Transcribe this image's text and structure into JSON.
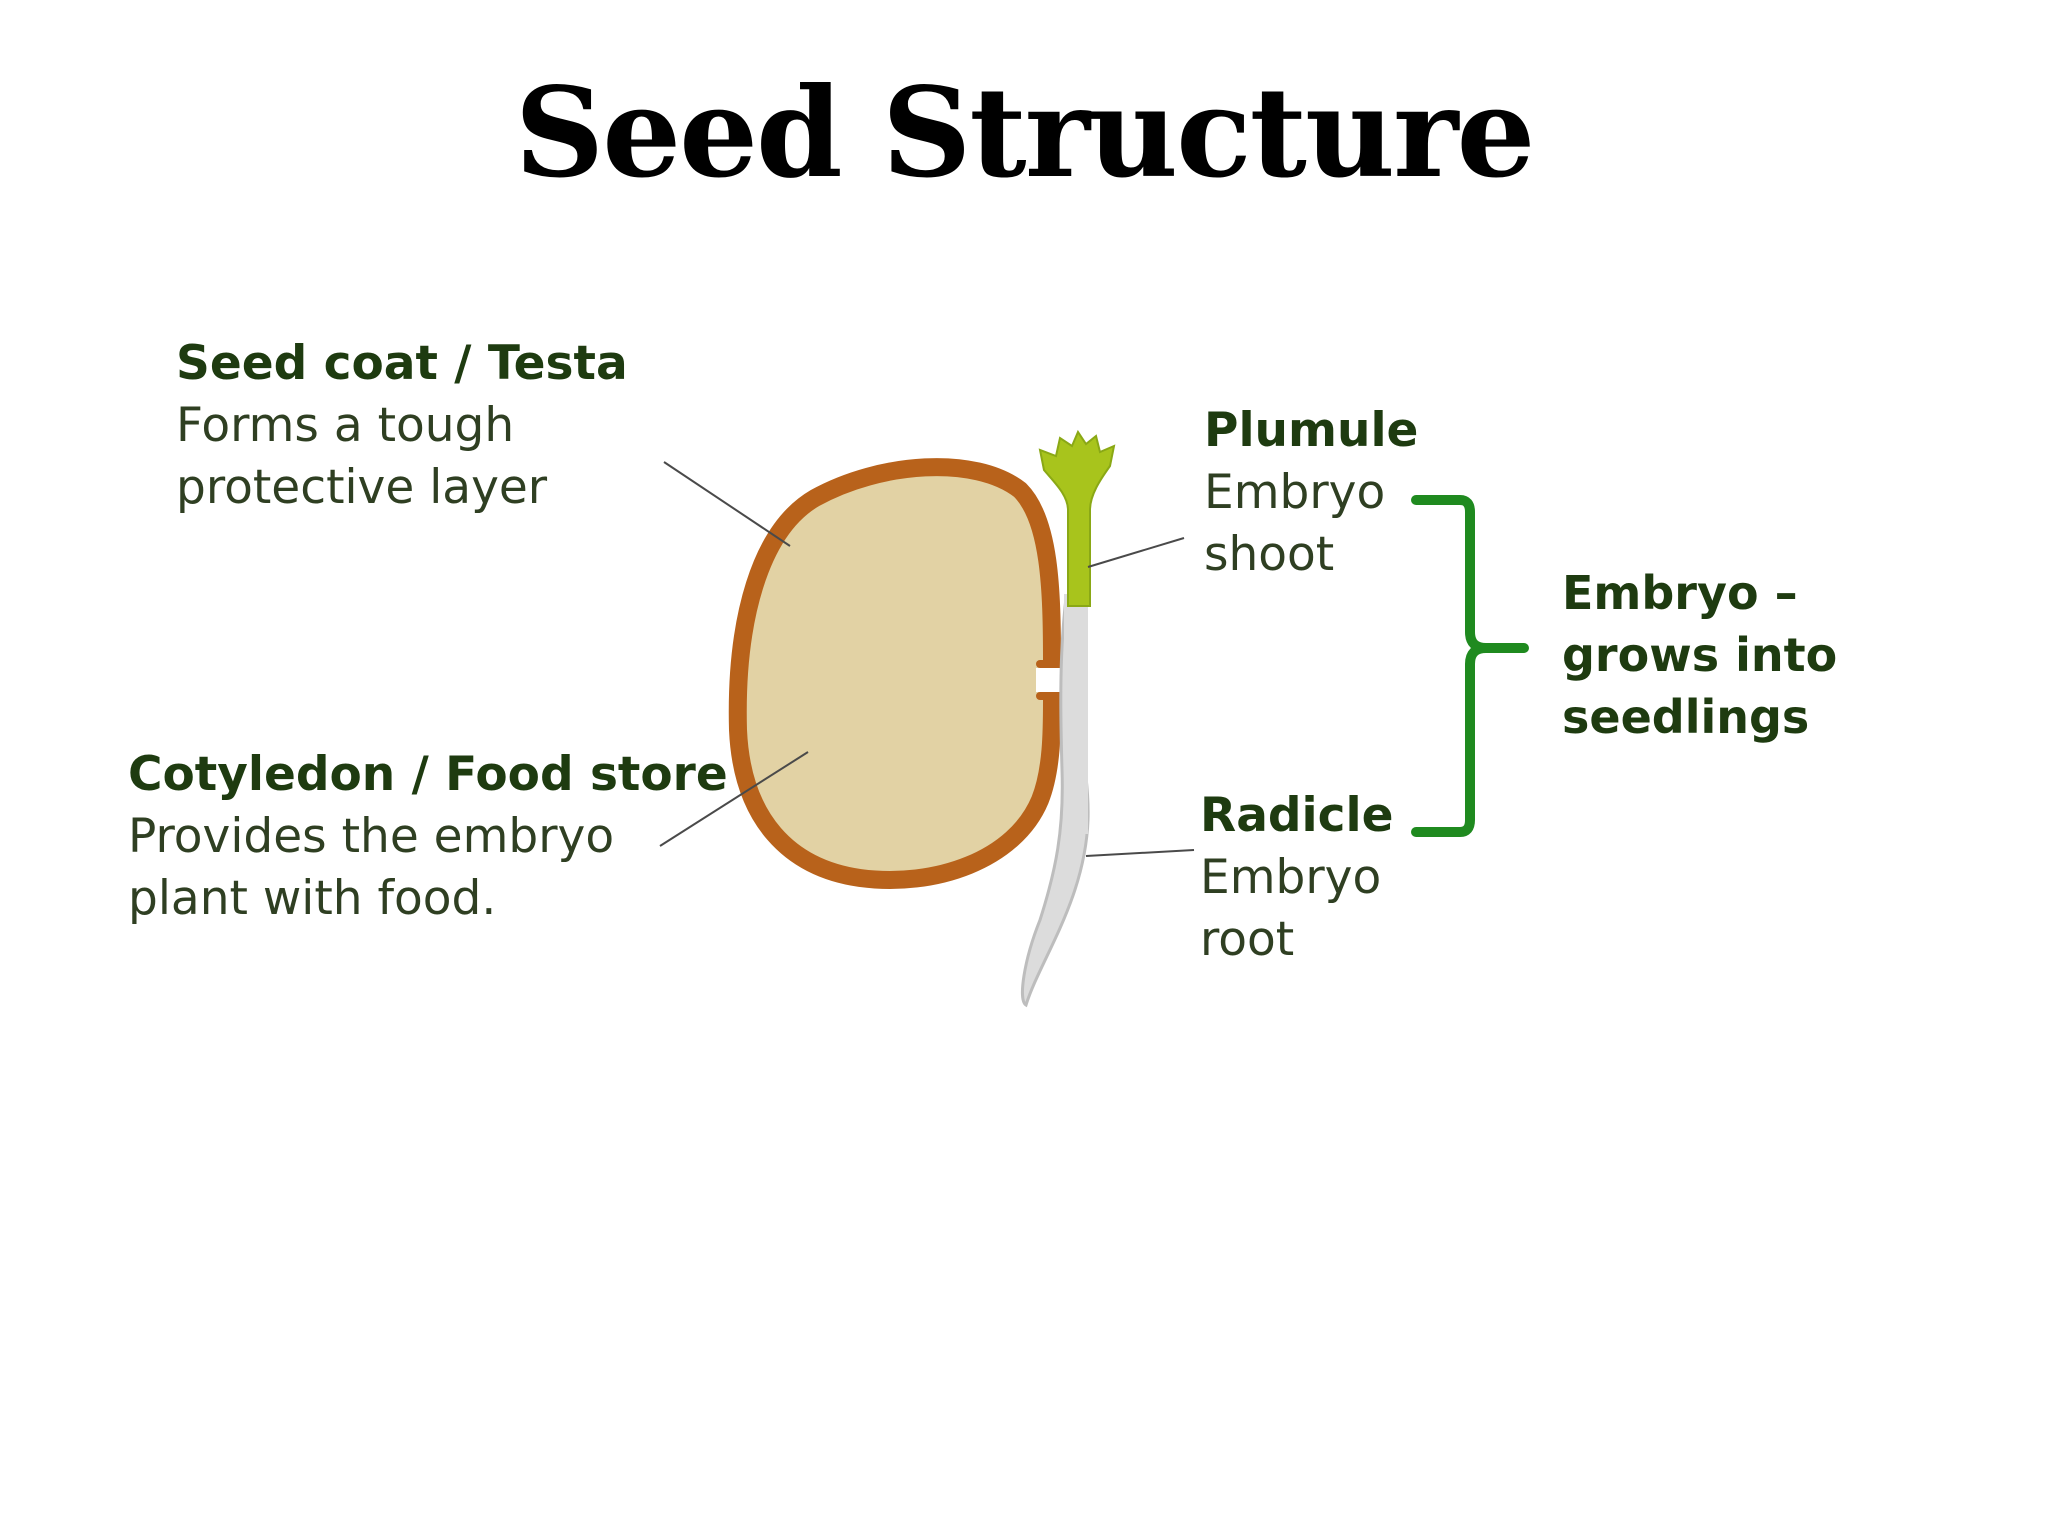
{
  "title": "Seed Structure",
  "labels": {
    "seed_coat": {
      "heading": "Seed coat / Testa",
      "description": [
        "Forms a tough",
        "protective layer"
      ]
    },
    "cotyledon": {
      "heading": "Cotyledon / Food store",
      "description": [
        "Provides the embryo",
        "plant with food."
      ]
    },
    "plumule": {
      "heading": "Plumule",
      "description": [
        "Embryo",
        "shoot"
      ]
    },
    "radicle": {
      "heading": "Radicle",
      "description": [
        "Embryo",
        "root"
      ]
    },
    "embryo": {
      "lines": [
        "Embryo –",
        "grows into",
        "seedlings"
      ]
    }
  },
  "colors": {
    "seed_coat": "#b8621b",
    "cotyledon": "#e2d2a4",
    "plumule": "#a8c41c",
    "radicle": "#dcdcdc",
    "bracket": "#1f8a1f",
    "leader_line": "#4a4a4a",
    "heading_text": "#1e3b10",
    "body_text": "#2f3f22"
  }
}
